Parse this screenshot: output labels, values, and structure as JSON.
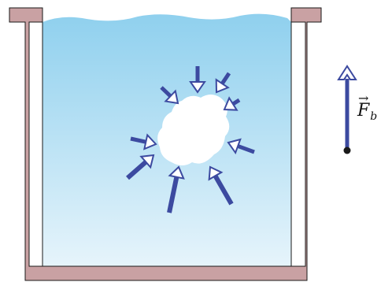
{
  "diagram": {
    "force_label": {
      "symbol": "F",
      "subscript": "b",
      "vector_mark": "→"
    }
  },
  "colors": {
    "container_wall": "#c9a1a3",
    "container_outline": "#1a1a1a",
    "water_top": "#8fd0ee",
    "water_bottom": "#e6f4fb",
    "blob": "#ffffff",
    "arrow_fill": "#3c4aa0",
    "force_vector": "#3c4aa0",
    "force_origin": "#1a1a1a"
  },
  "pressure_arrows": [
    {
      "direction": "down",
      "magnitude": "small"
    },
    {
      "direction": "down-right",
      "magnitude": "small"
    },
    {
      "direction": "down-left",
      "magnitude": "small"
    },
    {
      "direction": "left-down",
      "magnitude": "small"
    },
    {
      "direction": "right",
      "magnitude": "medium"
    },
    {
      "direction": "left",
      "magnitude": "medium"
    },
    {
      "direction": "up-right",
      "magnitude": "large"
    },
    {
      "direction": "up-left",
      "magnitude": "large"
    },
    {
      "direction": "up",
      "magnitude": "large"
    }
  ]
}
